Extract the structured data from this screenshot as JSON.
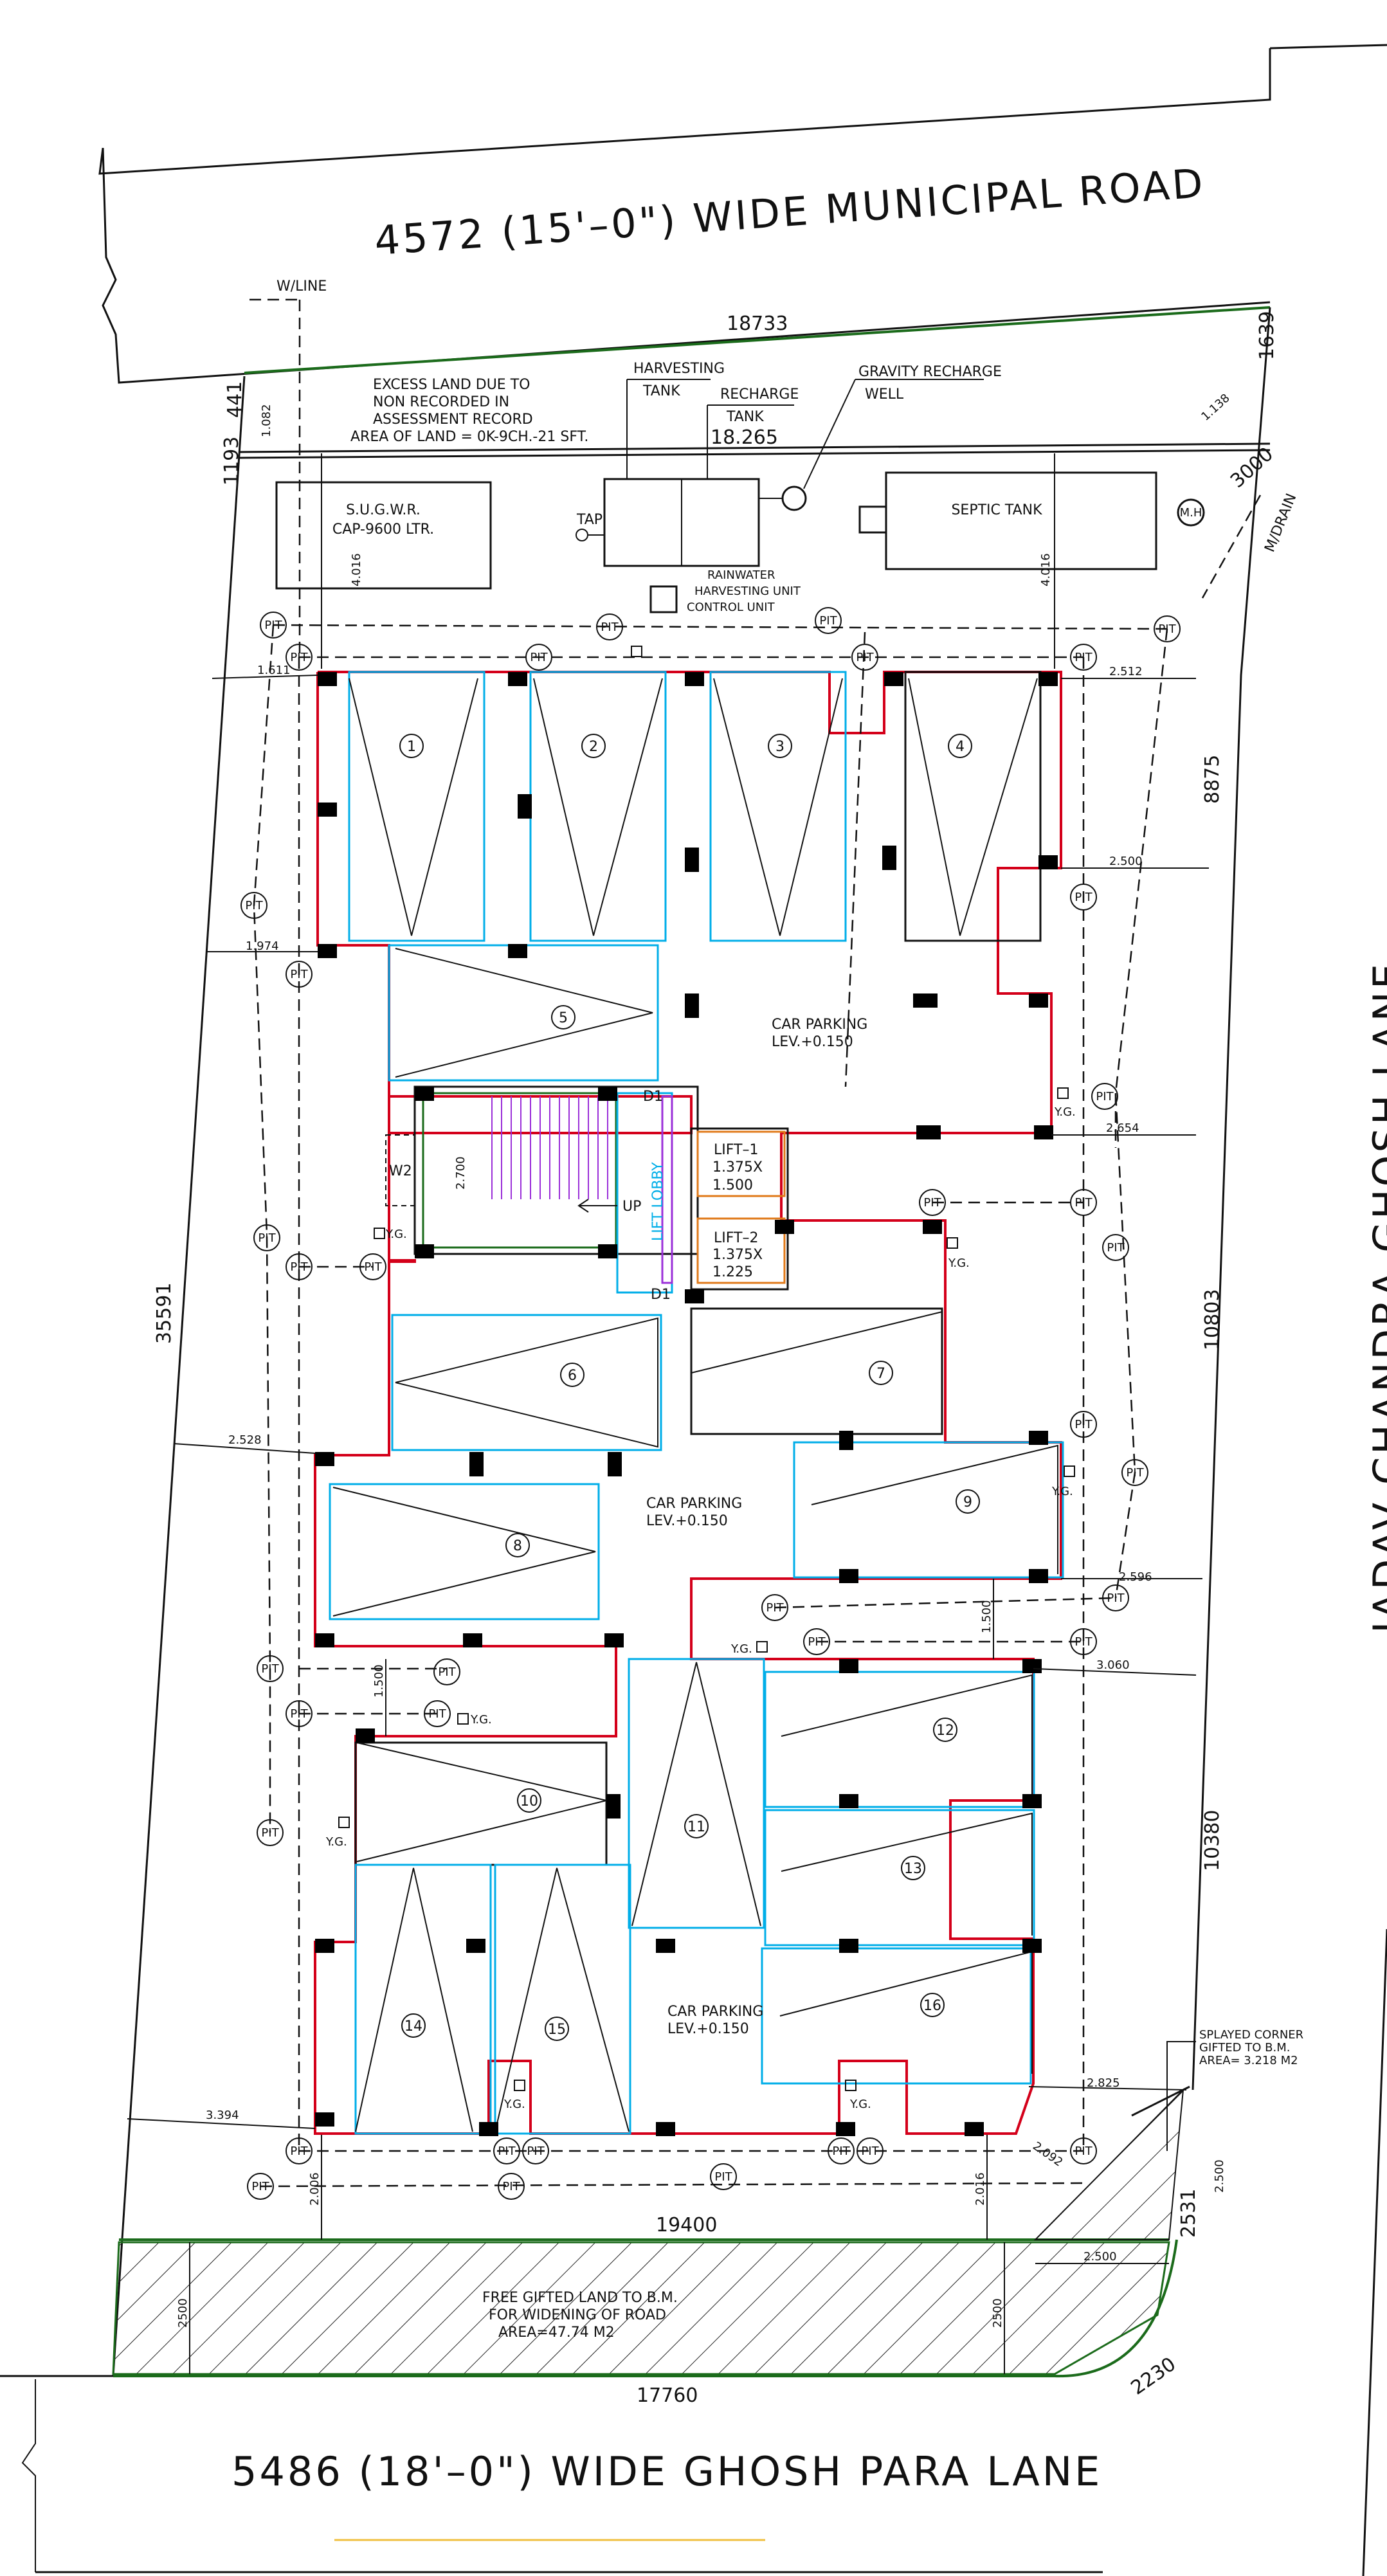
{
  "roads": {
    "top_road": "4572 (15'–0\") WIDE MUNICIPAL ROAD",
    "bottom_road": "5486 (18'–0\") WIDE GHOSH PARA LANE",
    "side_lane": "JADAV CHANDRA GHOSH LANE"
  },
  "dimensions": {
    "top_length": "18733",
    "inner_top": "18.265",
    "right_1639": "1639",
    "right_1138": "1.138",
    "right_3000": "3000",
    "left_441": "441",
    "left_1193": "1193",
    "left_1082": "1.082",
    "depth_left": "4.016",
    "depth_right": "4.016",
    "left_total": "35591",
    "right_8875": "8875",
    "right_10803": "10803",
    "right_10380": "10380",
    "bottom_19400": "19400",
    "bottom_17760": "17760",
    "bottom_2230": "2230",
    "right_2531": "2531",
    "d_1611": "1.611",
    "d_2512": "2.512",
    "d_2500a": "2.500",
    "d_1974": "1.974",
    "d_2654": "2.654",
    "d_2528": "2.528",
    "d_2596": "2.596",
    "d_3060": "3.060",
    "d_1500a": "1.500",
    "d_1500b": "1.500",
    "d_2825": "2.825",
    "d_3394": "3.394",
    "d_2006": "2.006",
    "d_2016": "2.016",
    "d_2092": "2.092",
    "d_2500b": "2.500",
    "d_2500c": "2.500",
    "d_2500_left": "2500",
    "d_2500_right": "2500",
    "d_2700": "2.700"
  },
  "labels": {
    "wline": "W/LINE",
    "excess_land": [
      "EXCESS LAND DUE TO",
      "NON RECORDED IN",
      "ASSESSMENT RECORD",
      "AREA OF LAND = 0K-9CH.-21 SFT."
    ],
    "harvesting_tank": [
      "HARVESTING",
      "TANK"
    ],
    "recharge_tank": [
      "RECHARGE",
      "TANK"
    ],
    "gravity_well": [
      "GRAVITY RECHARGE",
      "WELL"
    ],
    "sugwr": [
      "S.U.G.W.R.",
      "CAP-9600 LTR."
    ],
    "tap": "TAP",
    "rainwater": [
      "RAINWATER",
      "HARVESTING UNIT",
      "CONTROL UNIT"
    ],
    "septic": "SEPTIC TANK",
    "mh": "M.H",
    "mdrain": "M/DRAIN",
    "car_parking": [
      "CAR PARKING",
      "LEV.+0.150"
    ],
    "lift1": [
      "LIFT–1",
      "1.375X",
      "1.500"
    ],
    "lift2": [
      "LIFT–2",
      "1.375X",
      "1.225"
    ],
    "lift_lobby": "LIFT LOBBY",
    "up": "UP",
    "d1": "D1",
    "w2": "W2",
    "yg": "Y.G.",
    "pit": "PIT",
    "splayed": [
      "SPLAYED CORNER",
      "GIFTED TO B.M.",
      "AREA= 3.218  M2"
    ],
    "free_land": [
      "FREE GIFTED LAND TO B.M.",
      "FOR WIDENING OF ROAD",
      "AREA=47.74 M2"
    ]
  },
  "parking_numbers": [
    "1",
    "2",
    "3",
    "4",
    "5",
    "6",
    "7",
    "8",
    "9",
    "10",
    "11",
    "12",
    "13",
    "14",
    "15",
    "16"
  ],
  "colors": {
    "boundary_red": "#d4001a",
    "parking_cyan": "#00aee8",
    "stair_purple": "#9b30d9",
    "lift_orange": "#e07a1a",
    "plot_green": "#1b6b1b"
  }
}
